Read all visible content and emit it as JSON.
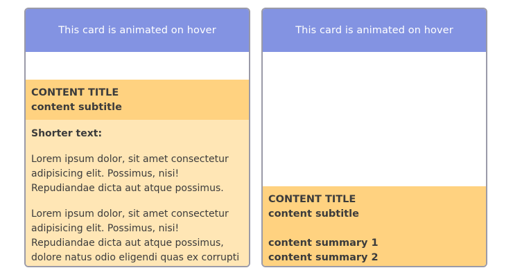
{
  "cards": [
    {
      "header": "This card is animated on hover",
      "title": "CONTENT TITLE",
      "subtitle": "content subtitle",
      "body_label": "Shorter text:",
      "paragraphs": [
        "Lorem ipsum dolor, sit amet consectetur adipisicing elit. Possimus, nisi! Repudiandae dicta aut atque possimus.",
        "Lorem ipsum dolor, sit amet consectetur adipisicing elit. Possimus, nisi! Repudiandae dicta aut atque possimus, dolore natus odio eligendi quas ex corrupti dignissimos."
      ]
    },
    {
      "header": "This card is animated on hover",
      "title": "CONTENT TITLE",
      "subtitle": "content subtitle",
      "summaries": [
        "content summary 1",
        "content summary 2"
      ]
    }
  ],
  "colors": {
    "header_bg": "#8393e2",
    "title_bg": "#ffd280",
    "body_bg": "#ffe6b5",
    "border": "#9a9aa8",
    "text": "#3b3b3b"
  }
}
